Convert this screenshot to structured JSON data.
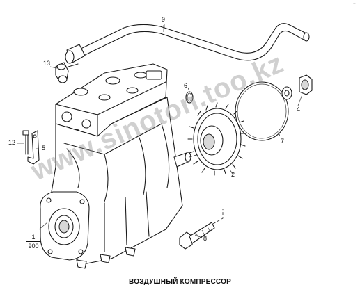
{
  "caption": "ВОЗДУШНЫЙ КОМПРЕССОР",
  "watermark": "www.sinoton.too.kz",
  "corner_mark": "⁻",
  "callouts": {
    "c1": "1",
    "c1_ref": "900",
    "c2": "2",
    "c4": "4",
    "c5": "5",
    "c6": "6",
    "c7": "7",
    "c8": "8",
    "c9": "9",
    "c12": "12",
    "c13": "13"
  }
}
